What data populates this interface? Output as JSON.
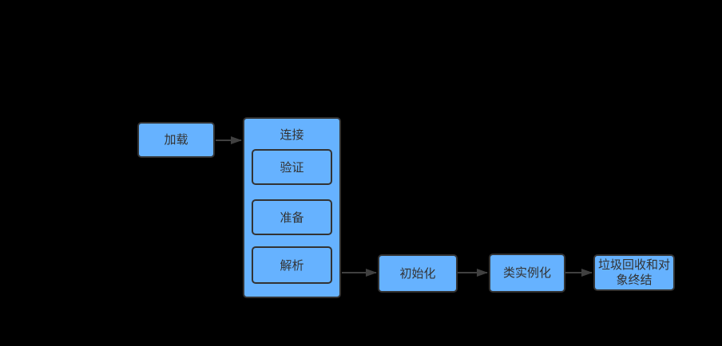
{
  "colors": {
    "background": "#000000",
    "node_fill": "#66b2ff",
    "node_border": "#333333",
    "node_text": "#333333",
    "arrow": "#404040"
  },
  "nodes": {
    "load": {
      "label": "加载"
    },
    "link": {
      "label": "连接"
    },
    "verify": {
      "label": "验证"
    },
    "prepare": {
      "label": "准备"
    },
    "resolve": {
      "label": "解析"
    },
    "initialize": {
      "label": "初始化"
    },
    "instantiate": {
      "label": "类实例化"
    },
    "gc_finalize": {
      "label": "垃圾回收和对象终结"
    }
  }
}
